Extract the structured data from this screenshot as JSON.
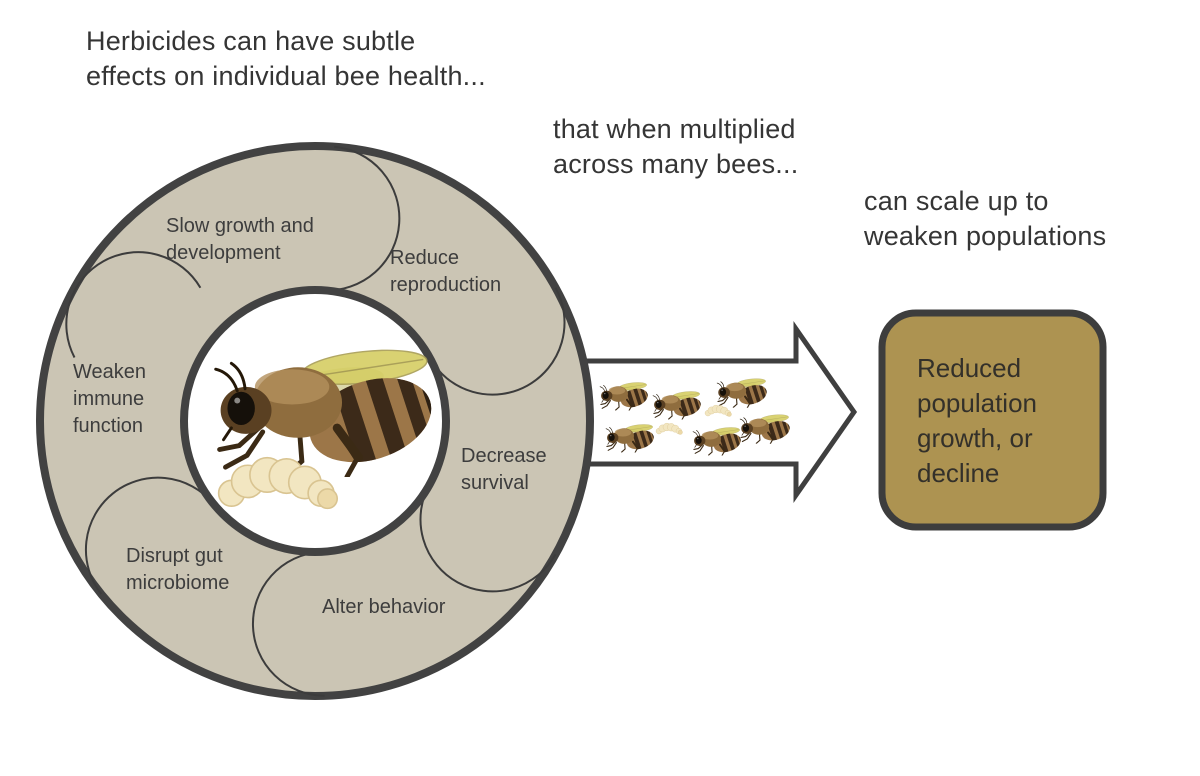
{
  "header": {
    "title": "Herbicides can have subtle\neffects on individual bee health..."
  },
  "captions": {
    "middle": "that when multiplied\nacross many bees...",
    "right": "can scale up to\nweaken populations"
  },
  "cycle": {
    "center_icons": [
      "honeybee-photo",
      "bee-larva-photo"
    ],
    "segments": [
      {
        "label": "Slow growth and\ndevelopment"
      },
      {
        "label": "Reduce\nreproduction"
      },
      {
        "label": "Weaken\nimmune\nfunction"
      },
      {
        "label": "Decrease\nsurvival"
      },
      {
        "label": "Disrupt gut\nmicrobiome"
      },
      {
        "label": "Alter behavior"
      }
    ]
  },
  "arrow": {
    "icons": [
      "bee-icon",
      "bee-icon",
      "bee-icon",
      "bee-icon",
      "bee-icon",
      "bee-icon",
      "larva-icon",
      "larva-icon"
    ]
  },
  "outcome_box": {
    "label": "Reduced\npopulation\ngrowth, or\ndecline"
  },
  "colors": {
    "ring_fill": "#cbc5b4",
    "ring_border": "#424242",
    "divider_line": "#3c3c3c",
    "arrow_fill": "#ffffff",
    "arrow_border": "#3f3f3f",
    "box_fill": "#ad9351",
    "box_border": "#3d3d3d",
    "text": "#3a3a3a"
  }
}
